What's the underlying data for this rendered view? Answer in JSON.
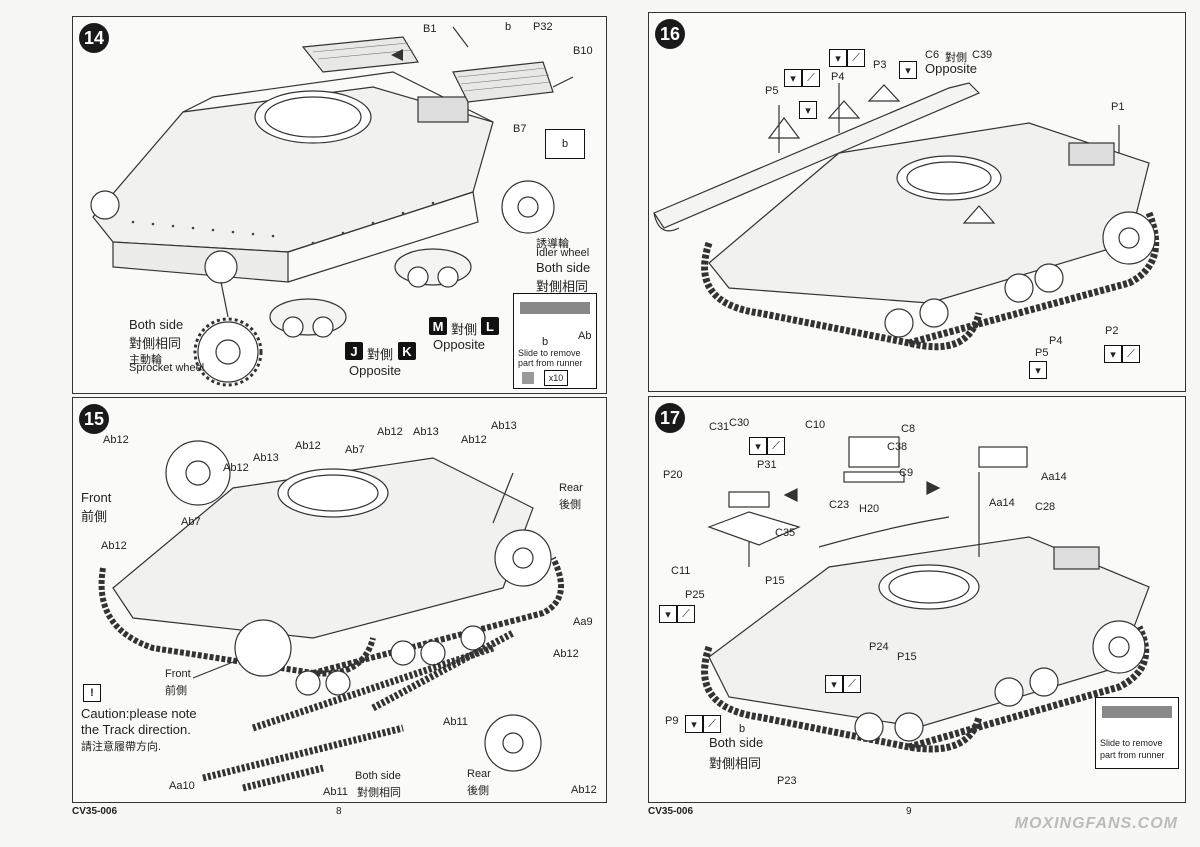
{
  "left_page": {
    "footer_code": "CV35-006",
    "page_number": "8",
    "step14": {
      "number": "14",
      "labels": {
        "b1": "B1",
        "b_glyph": "b",
        "p32": "P32",
        "b10": "B10",
        "b7": "B7",
        "b_box": "b",
        "idler_cn": "誘導輪",
        "idler_en": "Idler wheel",
        "both_side_right_en": "Both side",
        "both_side_right_cn": "對側相同",
        "both_side_left_en": "Both side",
        "both_side_left_cn": "對側相同",
        "sprocket_cn": "主動輪",
        "sprocket_en": "Sprocket wheel",
        "j": "J",
        "j_mid": "對側",
        "k": "K",
        "opposite1": "Opposite",
        "m": "M",
        "m_mid": "對側",
        "l": "L",
        "opposite2": "Opposite",
        "runner_b": "b",
        "runner_ab": "Ab",
        "slide_note_1": "Slide to remove",
        "slide_note_2": "part from runner",
        "x10": "x10"
      }
    },
    "step15": {
      "number": "15",
      "labels": {
        "ab12_a": "Ab12",
        "ab12_b": "Ab12",
        "ab13_a": "Ab13",
        "ab12_c": "Ab12",
        "ab7_a": "Ab7",
        "ab12_d": "Ab12",
        "ab13_b": "Ab13",
        "ab12_e": "Ab12",
        "ab13_c": "Ab13",
        "front1_en": "Front",
        "front1_cn": "前側",
        "ab7_b": "Ab7",
        "ab12_f": "Ab12",
        "rear1_en": "Rear",
        "rear1_cn": "後側",
        "aa9": "Aa9",
        "front2_en": "Front",
        "front2_cn": "前側",
        "ab12_g": "Ab12",
        "ab11_a": "Ab11",
        "caution_glyph": "!",
        "caution_1": "Caution:please note",
        "caution_2": "the Track direction.",
        "caution_cn": "請注意履帶方向.",
        "aa10": "Aa10",
        "ab11_b": "Ab11",
        "both_side_en": "Both side",
        "both_side_cn": "對側相同",
        "rear2_en": "Rear",
        "rear2_cn": "後側",
        "ab12_h": "Ab12"
      }
    }
  },
  "right_page": {
    "footer_code": "CV35-006",
    "page_number": "9",
    "watermark": "MOXINGFANS.COM",
    "step16": {
      "number": "16",
      "labels": {
        "c6": "C6",
        "c6_cn": "對側",
        "c39": "C39",
        "opposite": "Opposite",
        "p3": "P3",
        "p4a": "P4",
        "p5a": "P5",
        "p1": "P1",
        "p4b": "P4",
        "p2": "P2",
        "p5b": "P5"
      }
    },
    "step17": {
      "number": "17",
      "labels": {
        "c31": "C31",
        "c30": "C30",
        "c10": "C10",
        "c8": "C8",
        "c38": "C38",
        "p20": "P20",
        "p31": "P31",
        "c9": "C9",
        "c23": "C23",
        "h20": "H20",
        "aa14a": "Aa14",
        "aa14b": "Aa14",
        "c28": "C28",
        "c35": "C35",
        "c11": "C11",
        "p25": "P25",
        "p15a": "P15",
        "p24": "P24",
        "p15b": "P15",
        "p9": "P9",
        "b": "b",
        "both_side_en": "Both side",
        "both_side_cn": "對側相同",
        "p23": "P23",
        "slide_note": "Slide to remove",
        "slide_note_2": "part from runner"
      }
    }
  }
}
